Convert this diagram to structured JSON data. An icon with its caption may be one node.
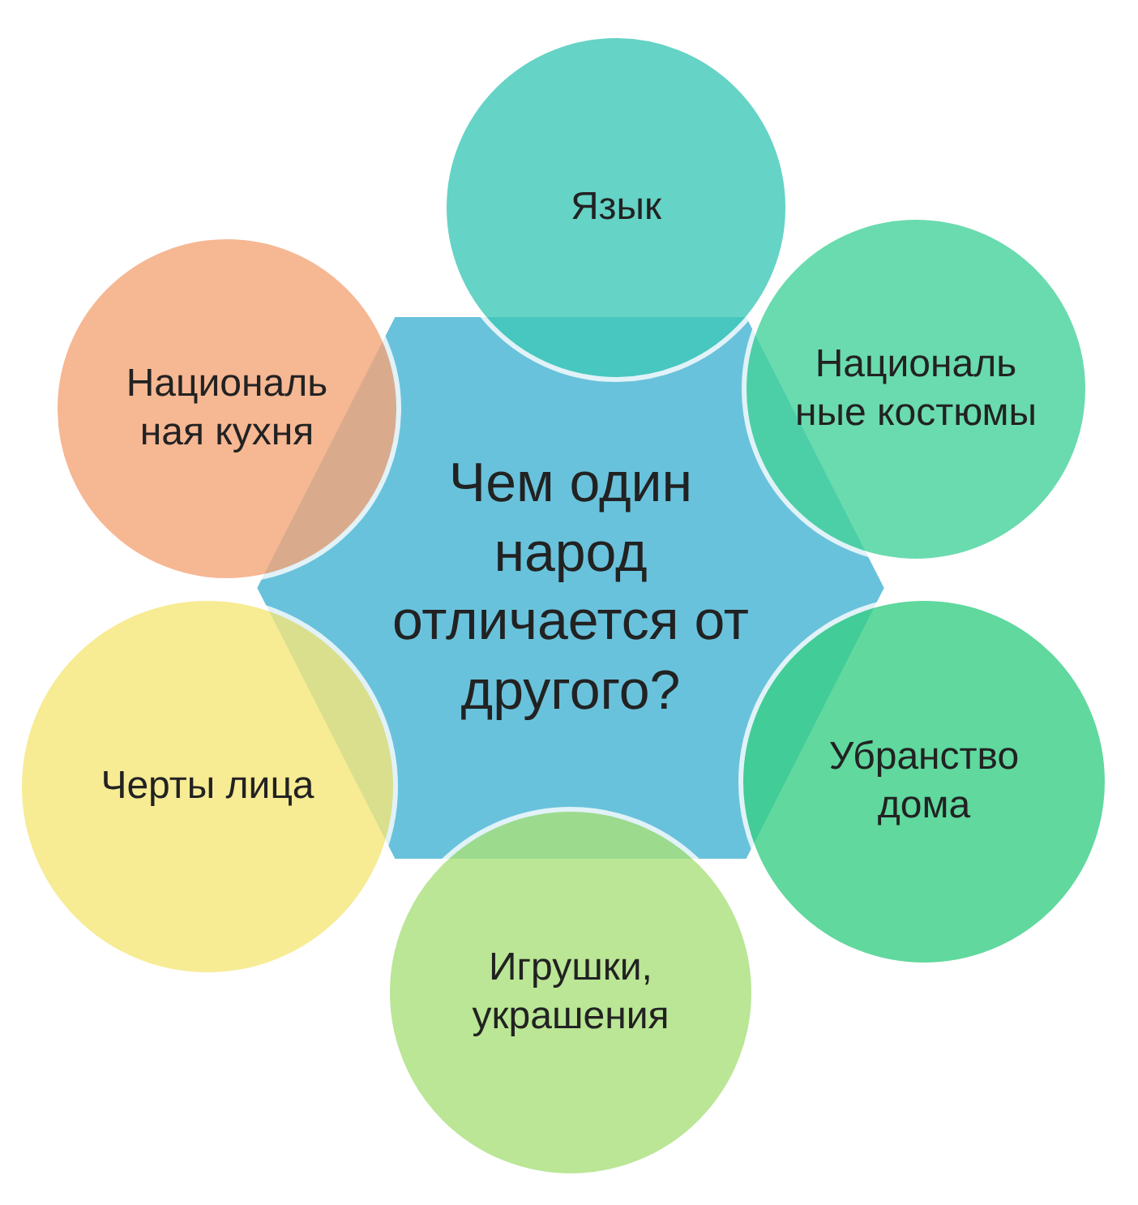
{
  "diagram": {
    "nodes": [
      {
        "text": [
          "Язык"
        ]
      },
      {
        "text": [
          "Националь ная кухня"
        ]
      },
      {
        "text": [
          "Националь ные костюмы"
        ]
      },
      {
        "text": [
          "Чем один народ отличается от другого?"
        ]
      },
      {
        "text": [
          "Черты лица"
        ]
      },
      {
        "text": [
          "Убранство дома"
        ]
      },
      {
        "text": [
          "Игрушки, украшения"
        ]
      }
    ]
  }
}
